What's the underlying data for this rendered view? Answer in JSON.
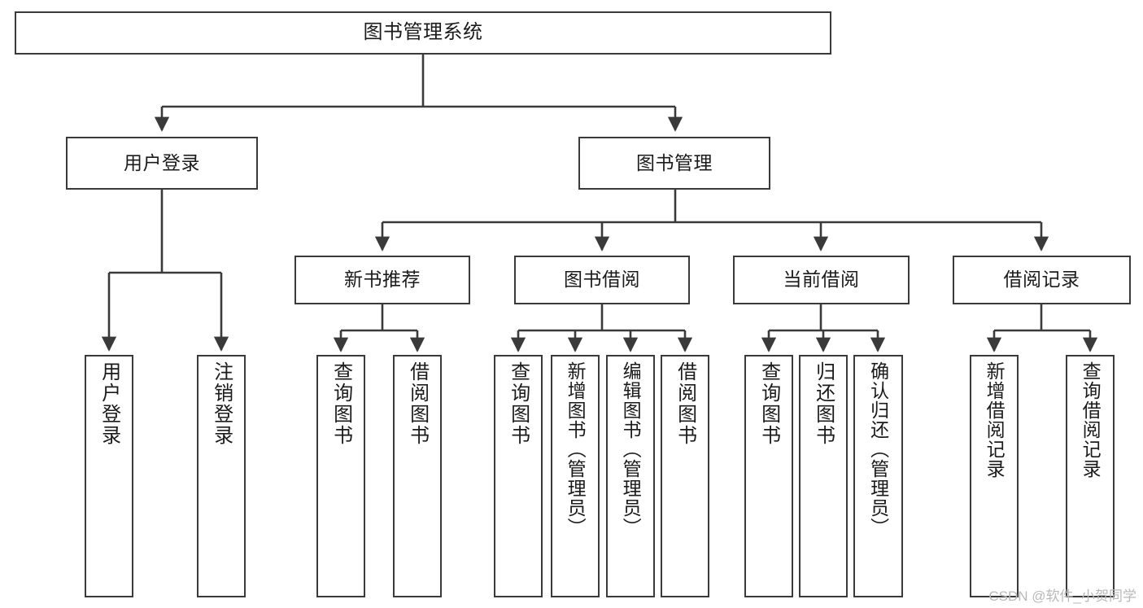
{
  "diagram": {
    "title": "图书管理系统",
    "type": "functional-decomposition-tree",
    "watermark": "CSDN @软件_小贺同学",
    "colors": {
      "stroke": "#3a3a3a",
      "fill": "#ffffff",
      "text": "#1b1b1b",
      "watermark": "#b9b9b9"
    },
    "root": {
      "label": "图书管理系统"
    },
    "level2": [
      {
        "label": "用户登录"
      },
      {
        "label": "图书管理"
      }
    ],
    "level3": [
      {
        "label": "新书推荐"
      },
      {
        "label": "图书借阅"
      },
      {
        "label": "当前借阅"
      },
      {
        "label": "借阅记录"
      }
    ],
    "leaves": {
      "user_login": [
        {
          "label": "用户登录"
        },
        {
          "label": "注销登录"
        }
      ],
      "new_book_recommend": [
        {
          "label": "查询图书"
        },
        {
          "label": "借阅图书"
        }
      ],
      "book_borrow": [
        {
          "label": "查询图书"
        },
        {
          "label": "新增图书（管理员）"
        },
        {
          "label": "编辑图书（管理员）"
        },
        {
          "label": "借阅图书"
        }
      ],
      "current_borrow": [
        {
          "label": "查询图书"
        },
        {
          "label": "归还图书"
        },
        {
          "label": "确认归还（管理员）"
        }
      ],
      "borrow_record": [
        {
          "label": "新增借阅记录"
        },
        {
          "label": "查询借阅记录"
        }
      ]
    }
  }
}
